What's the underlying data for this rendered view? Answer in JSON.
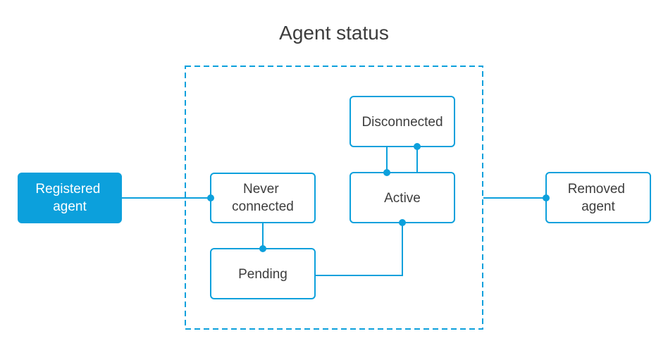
{
  "diagram": {
    "title": "Agent status",
    "nodes": {
      "registered": {
        "line1": "Registered",
        "line2": "agent"
      },
      "never_connected": {
        "line1": "Never",
        "line2": "connected"
      },
      "pending": {
        "label": "Pending"
      },
      "active": {
        "label": "Active"
      },
      "disconnected": {
        "label": "Disconnected"
      },
      "removed": {
        "line1": "Removed",
        "line2": "agent"
      }
    },
    "colors": {
      "accent": "#0ca0dc",
      "text": "#3d3d3d",
      "inverse_text": "#ffffff",
      "background": "#ffffff"
    }
  }
}
